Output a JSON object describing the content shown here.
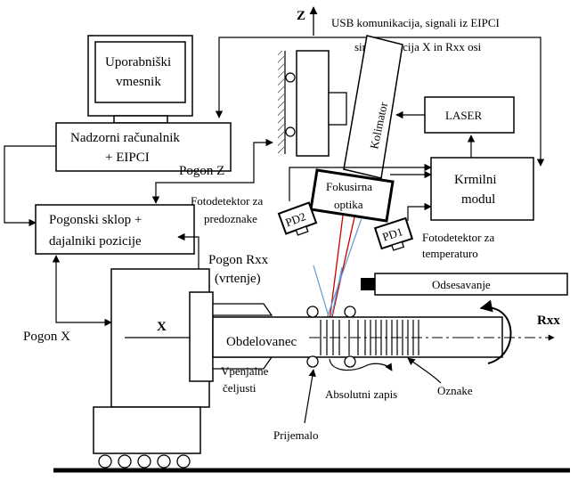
{
  "labels": {
    "z_axis": "Z",
    "usb_line1": "USB komunikacija, signali iz EIPCI",
    "usb_line2": "sinhronizacija X in Rxx osi",
    "ui_line1": "Uporabniški",
    "ui_line2": "vmesnik",
    "pc_line1": "Nadzorni računalnik",
    "pc_line2": "+ EIPCI",
    "collimator": "Kolimator",
    "laser": "LASER",
    "control_line1": "Krmilni",
    "control_line2": "modul",
    "drive_z": "Pogon Z",
    "focus_line1": "Fokusirna",
    "focus_line2": "optika",
    "pd2": "PD2",
    "pd1": "PD1",
    "pd_pre_line1": "Fotodetektor za",
    "pd_pre_line2": "predoznake",
    "pd_temp_line1": "Fotodetektor za",
    "pd_temp_line2": "temperaturo",
    "drive_unit_line1": "Pogonski sklop +",
    "drive_unit_line2": "dajalniki pozicije",
    "drive_rxx_line1": "Pogon Rxx",
    "drive_rxx_line2": "(vrtenje)",
    "suction": "Odsesavanje",
    "drive_x": "Pogon X",
    "x_axis": "X",
    "workpiece": "Obdelovanec",
    "rxx": "Rxx",
    "chuck_line1": "Vpenjalne",
    "chuck_line2": "čeljusti",
    "abs_record": "Absolutni zapis",
    "marks": "Oznake",
    "receiver": "Prijemalo"
  }
}
